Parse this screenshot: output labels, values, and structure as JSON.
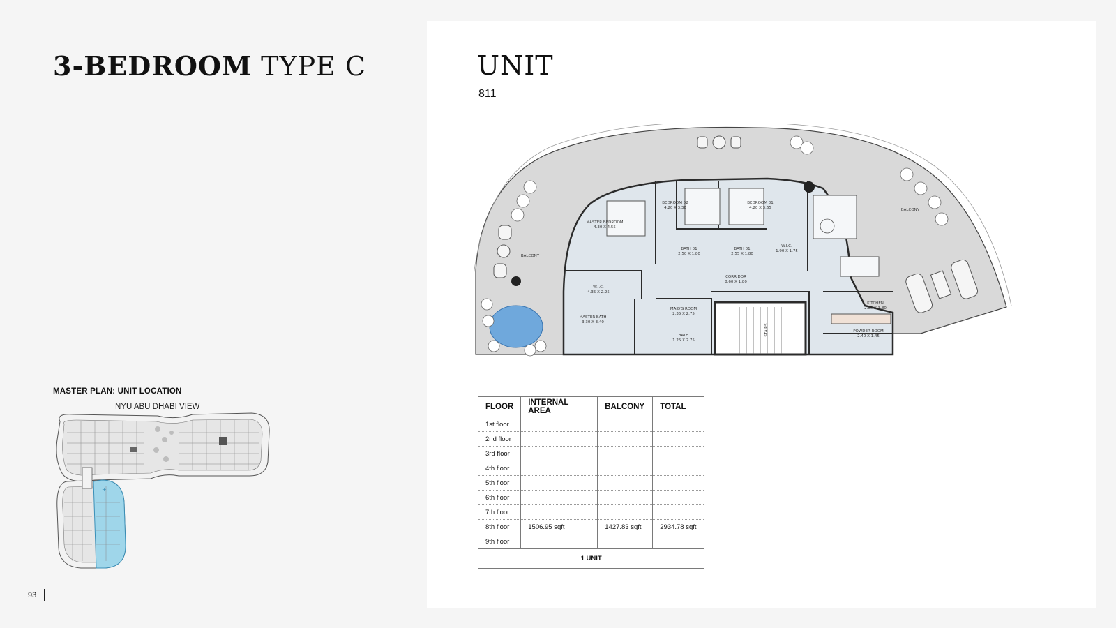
{
  "page": {
    "title_bold": "3-BEDROOM",
    "title_rest": " TYPE C",
    "page_number": "93"
  },
  "master_plan": {
    "heading": "MASTER PLAN: UNIT LOCATION",
    "view_label": "NYU ABU DHABI VIEW"
  },
  "unit": {
    "heading": "UNIT",
    "number": "811"
  },
  "floor_plan": {
    "rooms": {
      "master_bedroom": "MASTER BEDROOM",
      "master_bedroom_dim": "4.30 X 4.55",
      "bedroom_02": "BEDROOM 02",
      "bedroom_02_dim": "4.20 X 3.30",
      "bedroom_01": "BEDROOM 01",
      "bedroom_01_dim": "4.20 X 3.65",
      "balcony_left": "BALCONY",
      "balcony_right": "BALCONY",
      "bath_01a": "BATH 01",
      "bath_01a_dim": "2.50 X 1.80",
      "bath_01b": "BATH 01",
      "bath_01b_dim": "2.55 X 1.80",
      "wic_right": "W.I.C.",
      "wic_right_dim": "1.90 X 1.75",
      "wic_left": "W.I.C.",
      "wic_left_dim": "4.35 X 2.25",
      "corridor": "CORRIDOR",
      "corridor_dim": "8.60 X 1.80",
      "master_bath": "MASTER BATH",
      "master_bath_dim": "3.30 X 3.40",
      "maids_room": "MAID'S ROOM",
      "maids_room_dim": "2.35 X 2.75",
      "bath": "BATH",
      "bath_dim": "1.25 X 2.75",
      "kitchen": "KITCHEN",
      "kitchen_dim": "2.00 X 3.80",
      "powder_room": "POWDER ROOM",
      "powder_room_dim": "2.40 X 1.45",
      "stairs": "STAIRS"
    }
  },
  "area_table": {
    "headers": [
      "FLOOR",
      "INTERNAL AREA",
      "BALCONY",
      "TOTAL"
    ],
    "rows": [
      [
        "1st floor",
        "",
        "",
        ""
      ],
      [
        "2nd floor",
        "",
        "",
        ""
      ],
      [
        "3rd floor",
        "",
        "",
        ""
      ],
      [
        "4th floor",
        "",
        "",
        ""
      ],
      [
        "5th floor",
        "",
        "",
        ""
      ],
      [
        "6th floor",
        "",
        "",
        ""
      ],
      [
        "7th floor",
        "",
        "",
        ""
      ],
      [
        "8th floor",
        "1506.95 sqft",
        "1427.83 sqft",
        "2934.78 sqft"
      ],
      [
        "9th floor",
        "",
        "",
        ""
      ]
    ],
    "footer": "1 UNIT"
  },
  "colors": {
    "interior": "#dfe6ec",
    "balcony": "#d9d9d9",
    "pool": "#6fa8dc",
    "highlight": "#9fd6ea",
    "wall": "#2b2b2b"
  }
}
